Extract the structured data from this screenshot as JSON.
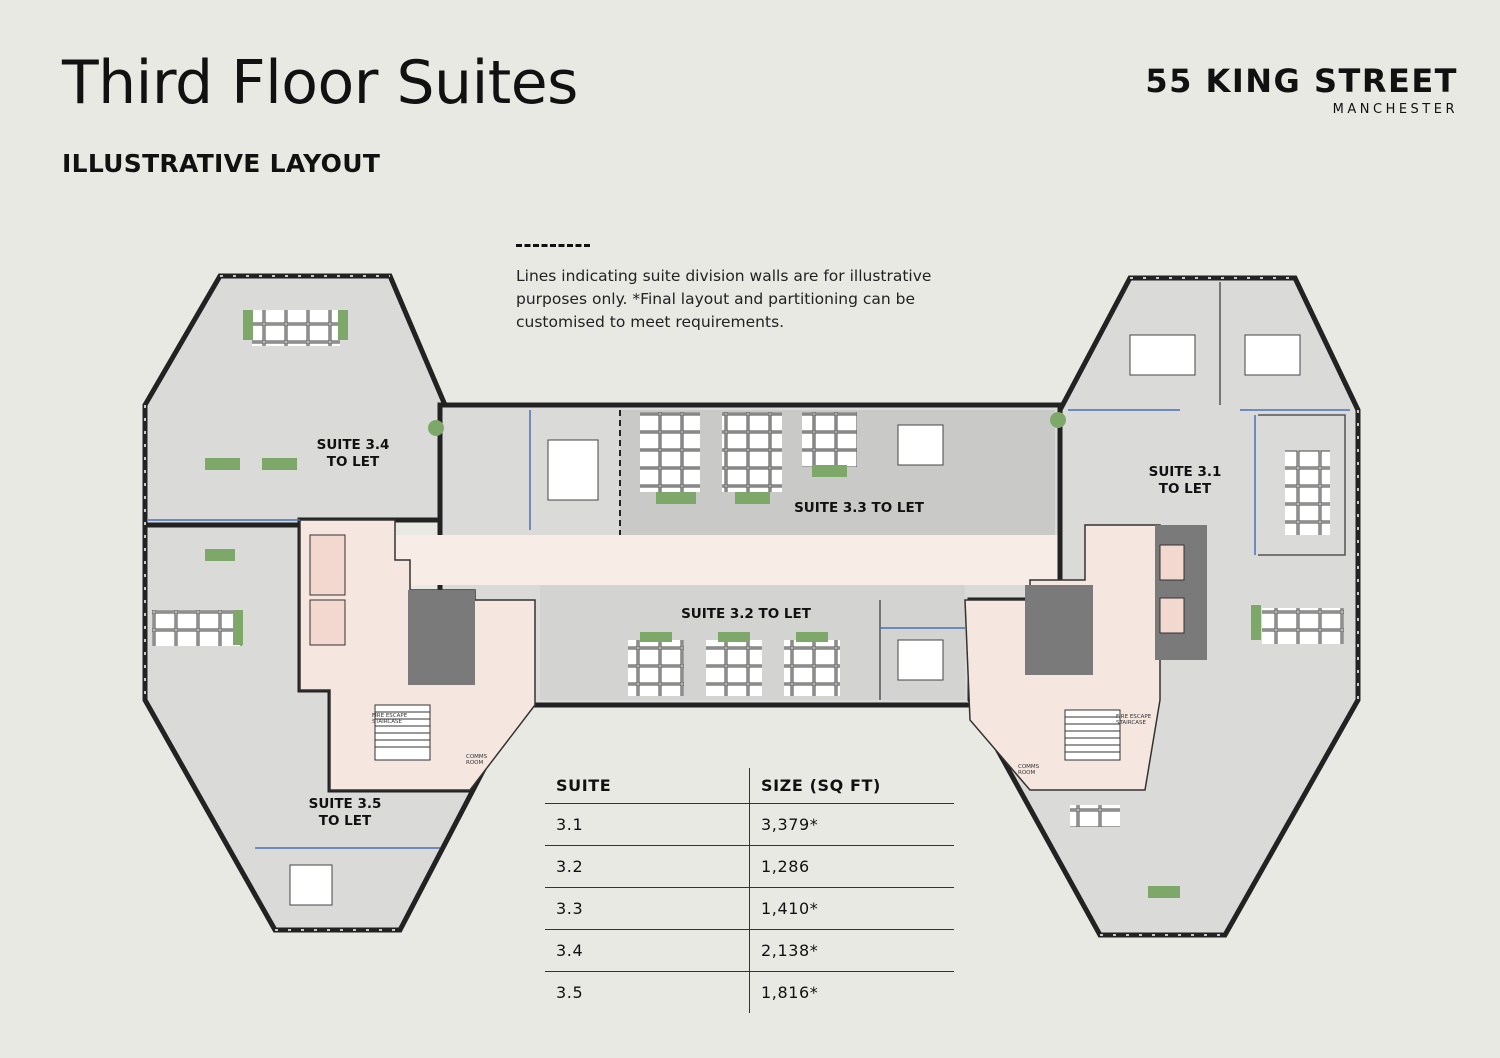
{
  "header": {
    "title": "Third Floor Suites",
    "subtitle": "ILLUSTRATIVE LAYOUT",
    "brand_name": "55 KING STREET",
    "brand_city": "MANCHESTER"
  },
  "legend": {
    "note": "Lines indicating suite division walls are for illustrative purposes only. *Final layout and partitioning can be customised to meet requirements."
  },
  "suites": [
    {
      "label": "SUITE 3.4\nTO LET"
    },
    {
      "label": "SUITE 3.3 TO LET"
    },
    {
      "label": "SUITE 3.2 TO LET"
    },
    {
      "label": "SUITE 3.1\nTO LET"
    },
    {
      "label": "SUITE 3.5\nTO LET"
    }
  ],
  "plan_labels": {
    "fire_escape": "FIRE ESCAPE\nSTAIRCASE",
    "comms": "COMMS\nROOM"
  },
  "table": {
    "headers": [
      "SUITE",
      "SIZE (SQ FT)"
    ],
    "rows": [
      [
        "3.1",
        "3,379*"
      ],
      [
        "3.2",
        "1,286"
      ],
      [
        "3.3",
        "1,410*"
      ],
      [
        "3.4",
        "2,138*"
      ],
      [
        "3.5",
        "1,816*"
      ]
    ]
  },
  "colors": {
    "background": "#e9e9e4",
    "suite_fill": "#dadbd9",
    "suite_dark": "#c9cac8",
    "core_fill": "#f5e6df",
    "corridor": "#f7ece6",
    "plant_green": "#7ea86a",
    "partition_blue": "#4a6fb5"
  }
}
